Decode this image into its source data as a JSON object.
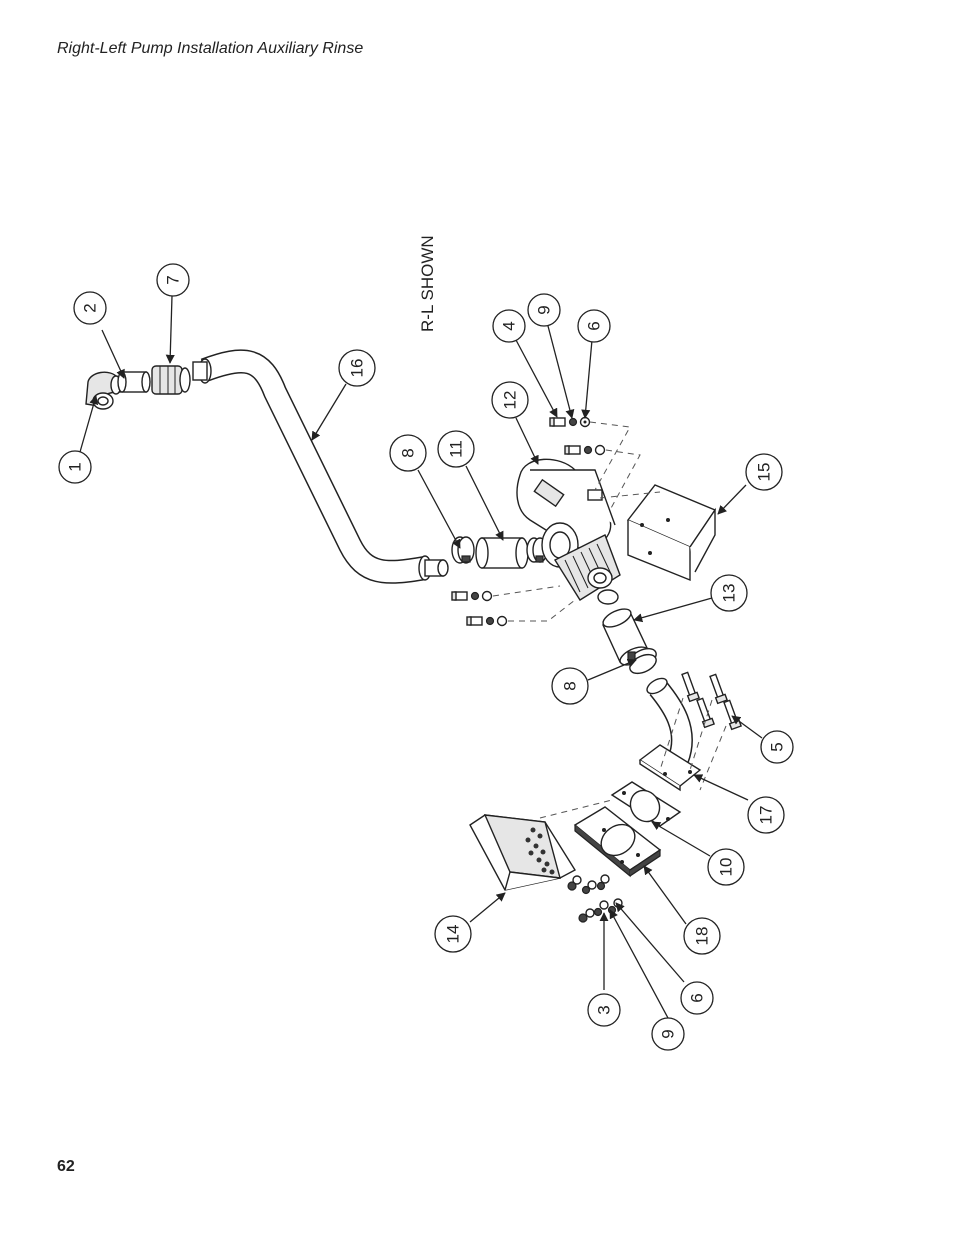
{
  "page": {
    "header": "Right-Left Pump Installation Auxiliary Rinse",
    "page_number": "62"
  },
  "diagram": {
    "orientation_label": "R-L SHOWN",
    "callouts": [
      {
        "id": "c1",
        "label": "1"
      },
      {
        "id": "c2",
        "label": "2"
      },
      {
        "id": "c7",
        "label": "7"
      },
      {
        "id": "c16",
        "label": "16"
      },
      {
        "id": "c4",
        "label": "4"
      },
      {
        "id": "c9a",
        "label": "9"
      },
      {
        "id": "c6a",
        "label": "6"
      },
      {
        "id": "c12",
        "label": "12"
      },
      {
        "id": "c8a",
        "label": "8"
      },
      {
        "id": "c11",
        "label": "11"
      },
      {
        "id": "c15",
        "label": "15"
      },
      {
        "id": "c13",
        "label": "13"
      },
      {
        "id": "c8b",
        "label": "8"
      },
      {
        "id": "c5",
        "label": "5"
      },
      {
        "id": "c17",
        "label": "17"
      },
      {
        "id": "c10",
        "label": "10"
      },
      {
        "id": "c18",
        "label": "18"
      },
      {
        "id": "c14",
        "label": "14"
      },
      {
        "id": "c6b",
        "label": "6"
      },
      {
        "id": "c3",
        "label": "3"
      },
      {
        "id": "c9b",
        "label": "9"
      }
    ]
  }
}
